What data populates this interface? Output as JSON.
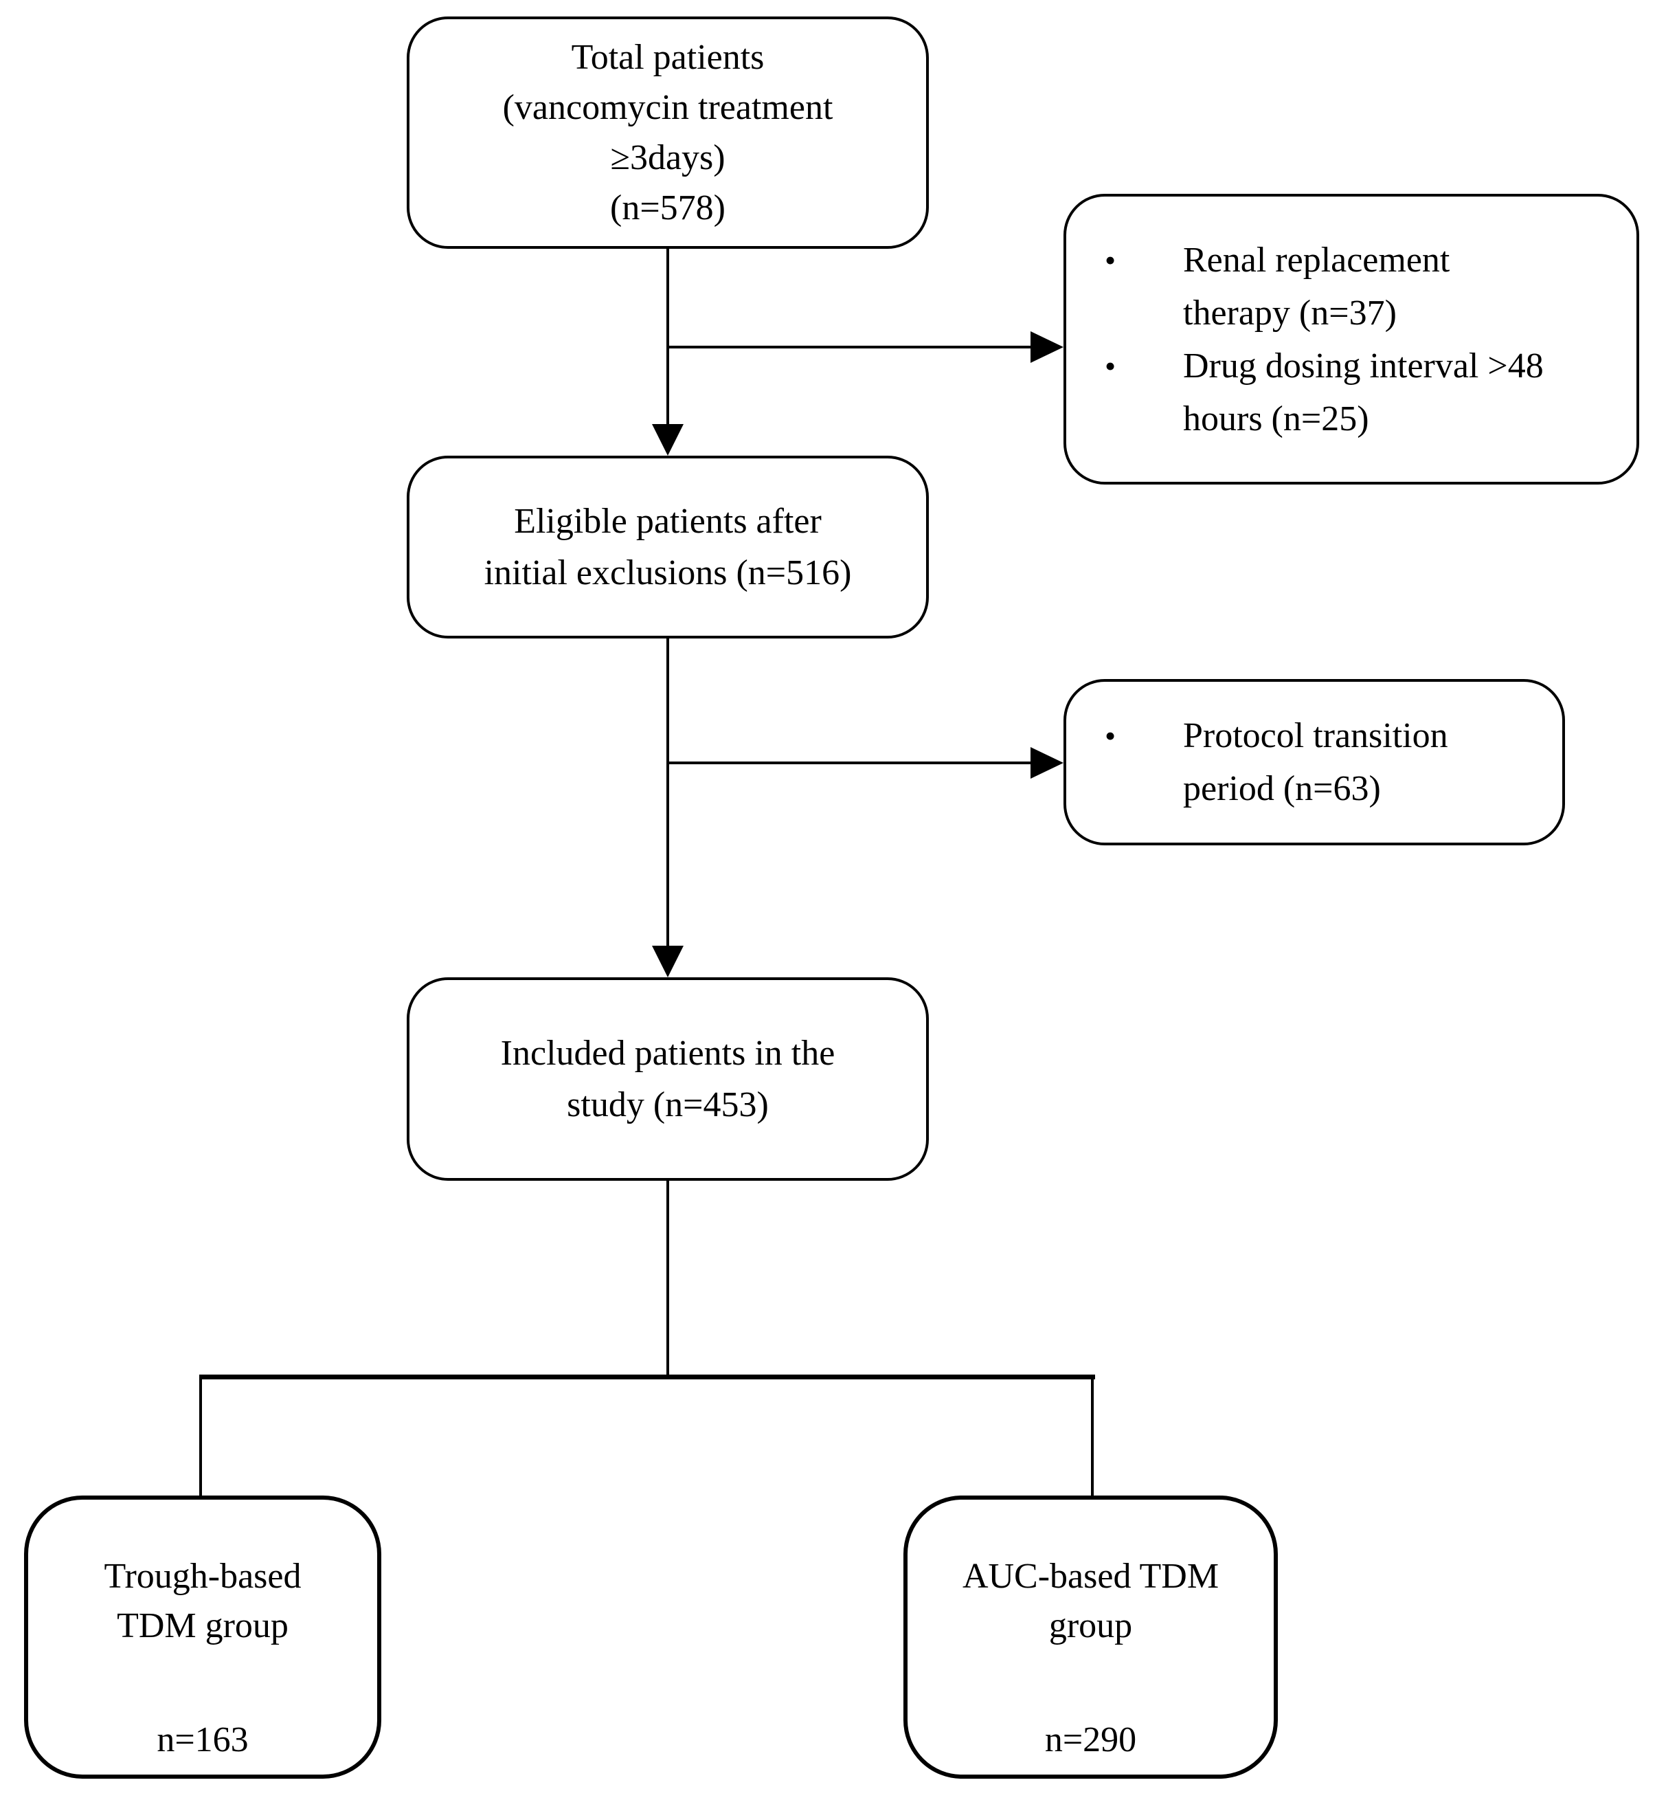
{
  "diagram": {
    "background_color": "#ffffff",
    "stroke_color": "#000000",
    "bullet_char": "•",
    "nodes": {
      "total": {
        "lines": [
          "Total patients",
          "(vancomycin treatment",
          "≥3days)",
          "(n=578)"
        ]
      },
      "exclusion1": {
        "items": [
          {
            "lines": [
              "Renal replacement",
              "therapy (n=37)"
            ]
          },
          {
            "lines": [
              "Drug dosing interval >48",
              "hours (n=25)"
            ]
          }
        ]
      },
      "eligible": {
        "lines": [
          "Eligible patients after",
          "initial exclusions (n=516)"
        ]
      },
      "exclusion2": {
        "items": [
          {
            "lines": [
              "Protocol transition",
              "period (n=63)"
            ]
          }
        ]
      },
      "included": {
        "lines": [
          "Included patients in the",
          "study (n=453)"
        ]
      },
      "trough": {
        "title_lines": [
          "Trough-based",
          "TDM group"
        ],
        "n_label": "n=163"
      },
      "auc": {
        "title_lines": [
          "AUC-based TDM",
          "group"
        ],
        "n_label": "n=290"
      }
    }
  }
}
